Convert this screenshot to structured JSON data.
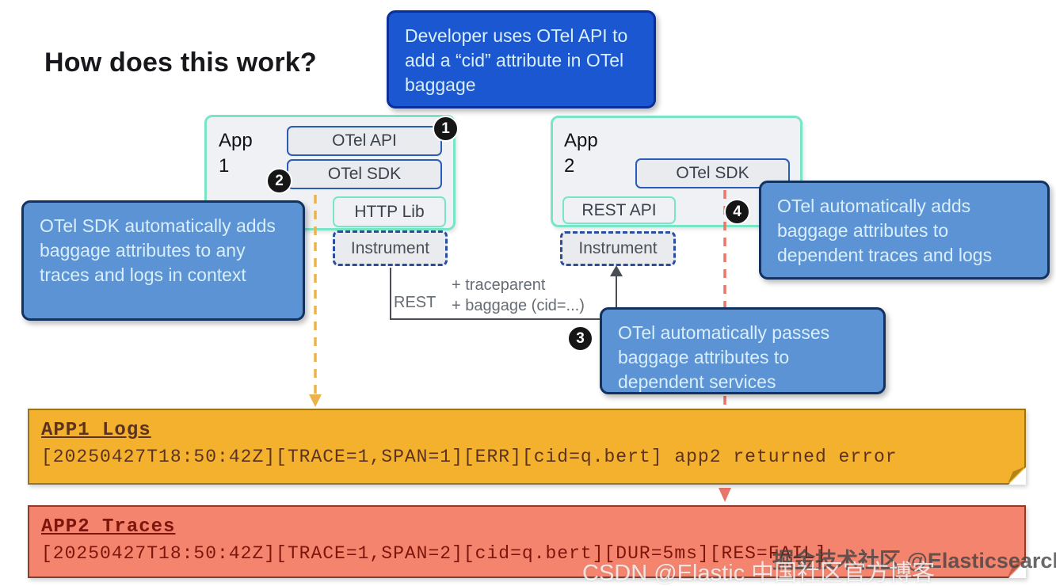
{
  "title": "How does this work?",
  "callouts": {
    "top": "Developer uses OTel API to add a “cid” attribute in OTel baggage",
    "left": "OTel SDK automatically adds baggage attributes to any traces and logs in context",
    "right": "OTel automatically adds baggage attributes to dependent traces and logs",
    "bottom": "OTel automatically passes baggage attributes to dependent services"
  },
  "badges": [
    "1",
    "2",
    "3",
    "4"
  ],
  "apps": [
    {
      "name": "App",
      "number": "1",
      "components": [
        "OTel API",
        "OTel SDK",
        "HTTP Lib",
        "Instrument"
      ]
    },
    {
      "name": "App",
      "number": "2",
      "components": [
        "OTel SDK",
        "REST API",
        "Instrument"
      ]
    }
  ],
  "flow": {
    "rest_label": "REST",
    "annotation_1": "+ traceparent",
    "annotation_2": "+ baggage (cid=...)"
  },
  "notes": [
    {
      "title": "APP1 Logs",
      "line": "[20250427T18:50:42Z][TRACE=1,SPAN=1][ERR][cid=q.bert] app2 returned error"
    },
    {
      "title": "APP2 Traces",
      "line": "[20250427T18:50:42Z][TRACE=1,SPAN=2][cid=q.bert][DUR=5ms][RES=FAIL]"
    }
  ],
  "watermark": {
    "line1": "掘金技术社区 @Elasticsearch",
    "line2": "CSDN @Elastic 中国社区官方博客"
  },
  "colors": {
    "callout_dark": "#1B57D1",
    "callout_dark_border": "#0A2F9C",
    "callout_mid": "#5B93D4",
    "callout_mid_border": "#123260",
    "callout_text": "#D9EEFB",
    "teal_border": "#77E5C6",
    "blue_border": "#2A5CB5",
    "dashed_blue": "#2B4F9D",
    "box_fill": "#E9EBEF",
    "app_fill": "#F0F1F4",
    "arrow_yellow": "#EBB44A",
    "arrow_red": "#E8776B",
    "arrow_gray": "#494E55",
    "note_yellow": "#F3B12D",
    "note_yellow_border": "#96751B",
    "note_red": "#F5846E",
    "note_red_border": "#8E3B2B",
    "log_text_yellow": "#5C3220",
    "log_text_red": "#7C150C",
    "badge_bg": "#161616"
  }
}
